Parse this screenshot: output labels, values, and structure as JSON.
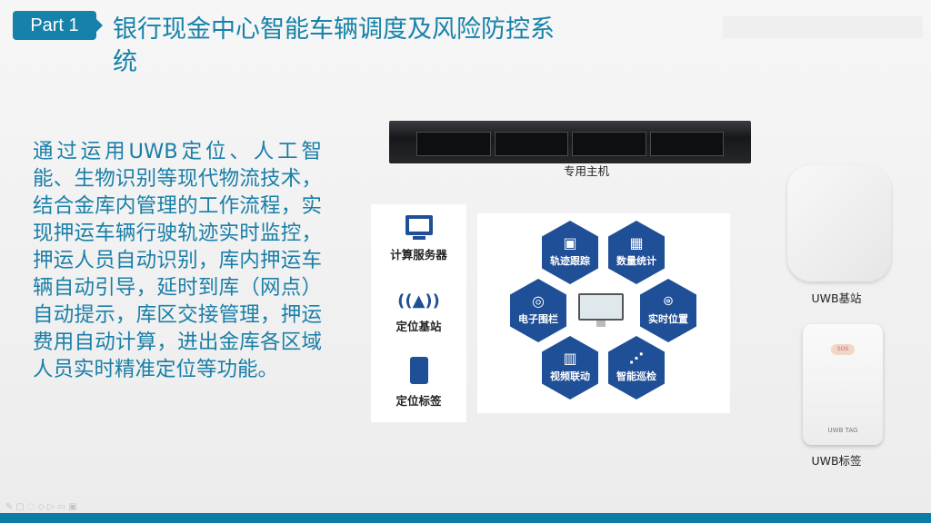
{
  "header": {
    "part_label": "Part 1",
    "title": "银行现金中心智能车辆调度及风险防控系统"
  },
  "body_text": "通过运用UWB定位、人工智能、生物识别等现代物流技术，结合金库内管理的工作流程，实现押运车辆行驶轨迹实时监控，押运人员自动识别，库内押运车辆自动引导，延时到库（网点）自动提示，库区交接管理，押运费用自动计算，进出金库各区域人员实时精准定位等功能。",
  "server_label": "专用主机",
  "left_panel": [
    {
      "icon": "monitor-icon",
      "label": "计算服务器"
    },
    {
      "icon": "antenna-icon",
      "label": "定位基站"
    },
    {
      "icon": "tag-icon",
      "label": "定位标签"
    }
  ],
  "hexes": [
    {
      "icon": "tracking-icon",
      "label": "轨迹跟踪"
    },
    {
      "icon": "calendar-icon",
      "label": "数量统计"
    },
    {
      "icon": "fence-icon",
      "label": "电子围栏"
    },
    {
      "icon": "location-pin-icon",
      "label": "实时位置"
    },
    {
      "icon": "film-icon",
      "label": "视频联动"
    },
    {
      "icon": "chart-line-icon",
      "label": "智能巡检"
    }
  ],
  "devices": {
    "base_label": "UWB基站",
    "tag_label": "UWB标签",
    "tag_print": "UWB TAG",
    "tag_button": "SOS"
  },
  "colors": {
    "accent": "#1682aa",
    "hex": "#1f4f96",
    "bar": "#0a7ca6"
  }
}
